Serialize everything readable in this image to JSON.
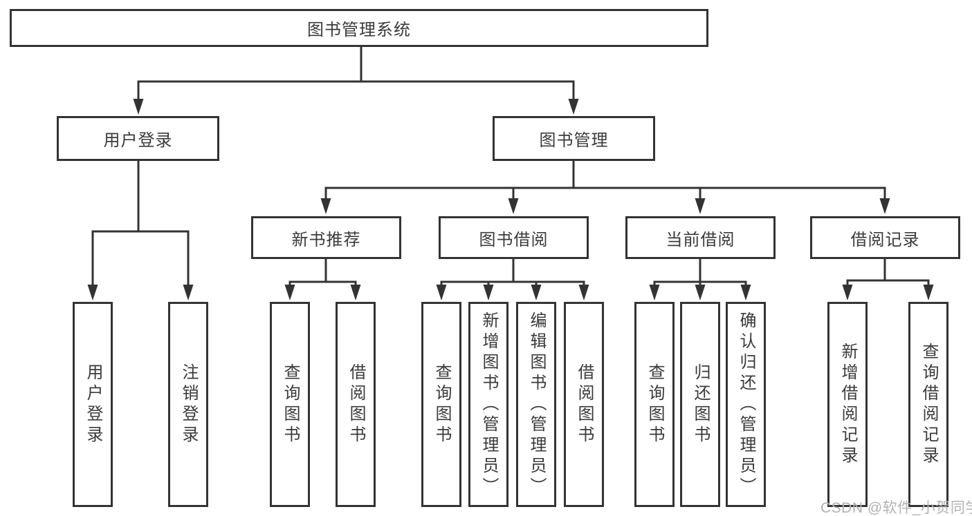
{
  "colors": {
    "line": "#333333",
    "text": "#3a3a3a",
    "box_background": "#ffffff",
    "watermark": "#b2b2b2"
  },
  "watermark": {
    "text": "CSDN @软件_小贺同学"
  },
  "tree": {
    "label": "图书管理系统",
    "children": [
      {
        "label": "用户登录",
        "children": [
          {
            "label": "用户登录"
          },
          {
            "label": "注销登录"
          }
        ]
      },
      {
        "label": "图书管理",
        "children": [
          {
            "label": "新书推荐",
            "children": [
              {
                "label": "查询图书"
              },
              {
                "label": "借阅图书"
              }
            ]
          },
          {
            "label": "图书借阅",
            "children": [
              {
                "label": "查询图书"
              },
              {
                "label": "新增图书（管理员）"
              },
              {
                "label": "编辑图书（管理员）"
              },
              {
                "label": "借阅图书"
              }
            ]
          },
          {
            "label": "当前借阅",
            "children": [
              {
                "label": "查询图书"
              },
              {
                "label": "归还图书"
              },
              {
                "label": "确认归还（管理员）"
              }
            ]
          },
          {
            "label": "借阅记录",
            "children": [
              {
                "label": "新增借阅记录"
              },
              {
                "label": "查询借阅记录"
              }
            ]
          }
        ]
      }
    ]
  }
}
